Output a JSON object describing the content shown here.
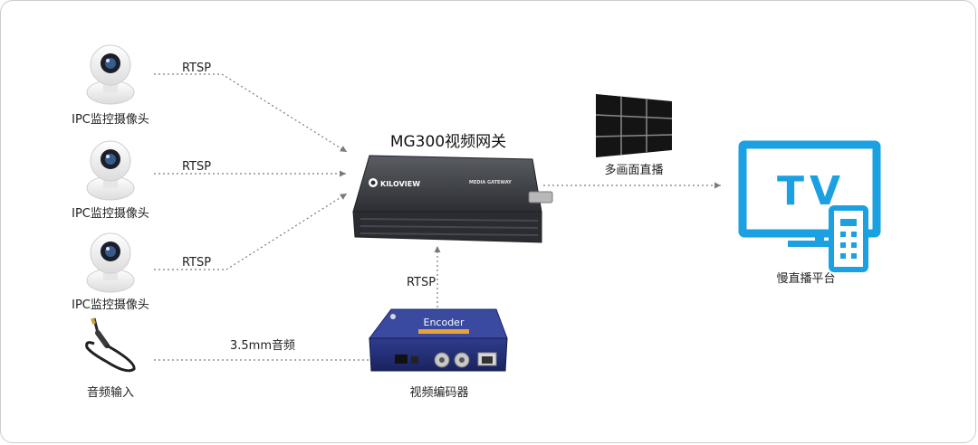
{
  "camera_label": "IPC监控摄像头",
  "rtsp_label": "RTSP",
  "audio_input_label": "音频输入",
  "audio_link_label": "3.5mm音频",
  "gateway_title": "MG300视频网关",
  "gateway_brand": "KILOVIEW",
  "gateway_model": "MEDIA GATEWAY",
  "multiview_label": "多画面直播",
  "live_platform_label": "慢直播平台",
  "tv_text": "TV",
  "encoder_label": "视频编码器",
  "encoder_brand": "Encoder"
}
